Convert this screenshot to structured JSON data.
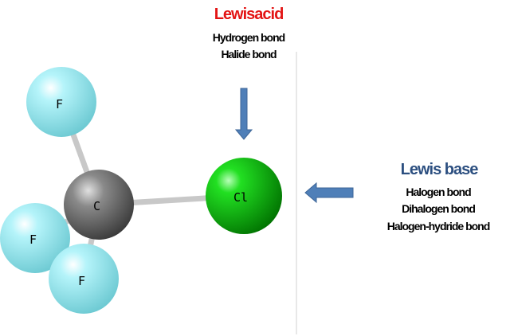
{
  "lewis_acid": {
    "title": "Lewisacid",
    "items": [
      "Hydrogen bond",
      "Halide bond"
    ],
    "color": "#e31414"
  },
  "lewis_base": {
    "title": "Lewis base",
    "items": [
      "Halogen bond",
      "Dihalogen bond",
      "Halogen-hydride bond"
    ],
    "color": "#2c4f80"
  },
  "atoms": {
    "f1": "F",
    "f2": "F",
    "f3": "F",
    "c": "C",
    "cl": "Cl"
  }
}
